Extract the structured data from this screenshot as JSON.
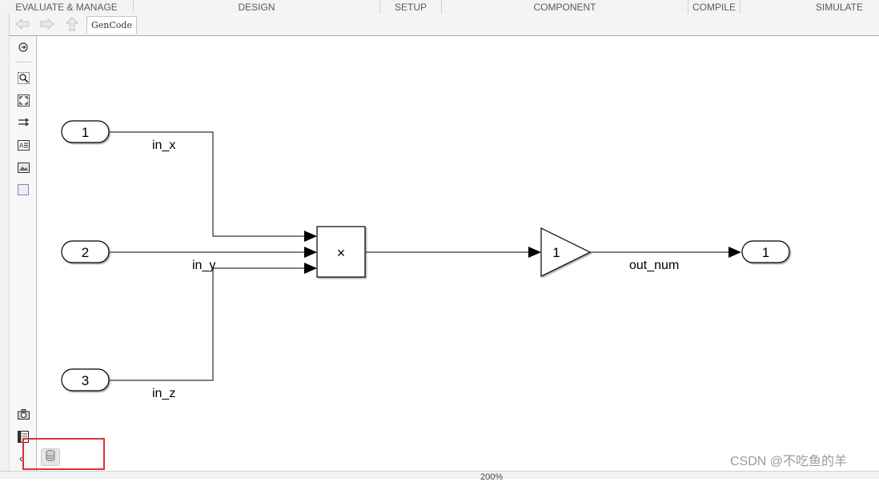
{
  "toolstrip_tabs": [
    "EVALUATE & MANAGE",
    "DESIGN",
    "SETUP",
    "COMPONENT",
    "COMPILE",
    "SIMULATE"
  ],
  "breadcrumb": "GenCode",
  "toolbar_icons": [
    "hide-explorer-icon",
    "zoom-icon",
    "fit-to-view-icon",
    "signal-routing-icon",
    "annotation-icon",
    "image-icon",
    "area-icon",
    "camera-icon",
    "model-browser-icon"
  ],
  "diagram": {
    "inports": [
      "1",
      "2",
      "3"
    ],
    "product_symbol": "×",
    "gain_value": "1",
    "outport": "1",
    "signals": [
      "in_x",
      "in_y",
      "in_z",
      "out_num"
    ]
  },
  "status": {
    "zoom": "200%"
  },
  "watermark": "CSDN @不吃鱼的羊",
  "colors": {
    "highlight_box": "#e03030"
  }
}
